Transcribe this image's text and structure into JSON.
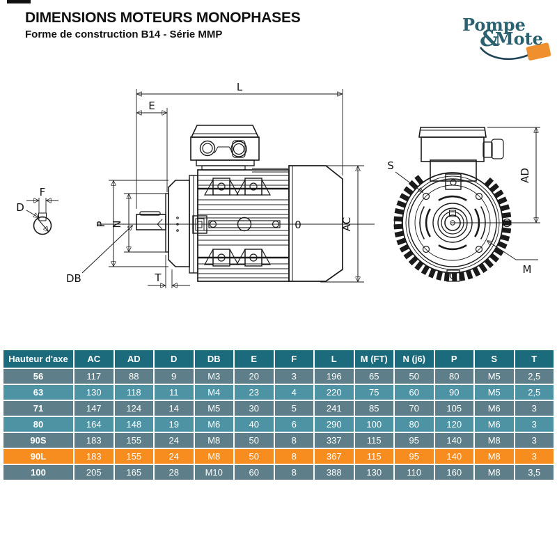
{
  "header": {
    "title": "DIMENSIONS MOTEURS MONOPHASES",
    "subtitle": "Forme de construction B14 -  Série MMP"
  },
  "logo": {
    "word1": "Pompe",
    "amp": "&",
    "word2": "Mote",
    "teal": "#2c6170",
    "orange": "#ef8f2d"
  },
  "diagram": {
    "labels": {
      "l": "L",
      "e": "E",
      "p": "P",
      "n": "N",
      "t": "T",
      "db": "DB",
      "d": "D",
      "f": "F",
      "ac": "AC",
      "s": "S",
      "ad": "AD",
      "m": "M",
      "o_mark": "0"
    }
  },
  "table": {
    "colors": {
      "header": "#1c6b7d",
      "row_slate": "#5e7f89",
      "row_teal": "#4e93a4",
      "row_highlight": "#f78c1f",
      "text": "#ffffff"
    },
    "headers": [
      "Hauteur d'axe",
      "AC",
      "AD",
      "D",
      "DB",
      "E",
      "F",
      "L",
      "M (FT)",
      "N (j6)",
      "P",
      "S",
      "T"
    ],
    "rows": [
      {
        "variant": "slate",
        "cells": [
          "56",
          "117",
          "88",
          "9",
          "M3",
          "20",
          "3",
          "196",
          "65",
          "50",
          "80",
          "M5",
          "2,5"
        ]
      },
      {
        "variant": "teal",
        "cells": [
          "63",
          "130",
          "118",
          "11",
          "M4",
          "23",
          "4",
          "220",
          "75",
          "60",
          "90",
          "M5",
          "2,5"
        ]
      },
      {
        "variant": "slate",
        "cells": [
          "71",
          "147",
          "124",
          "14",
          "M5",
          "30",
          "5",
          "241",
          "85",
          "70",
          "105",
          "M6",
          "3"
        ]
      },
      {
        "variant": "teal",
        "cells": [
          "80",
          "164",
          "148",
          "19",
          "M6",
          "40",
          "6",
          "290",
          "100",
          "80",
          "120",
          "M6",
          "3"
        ]
      },
      {
        "variant": "slate",
        "cells": [
          "90S",
          "183",
          "155",
          "24",
          "M8",
          "50",
          "8",
          "337",
          "115",
          "95",
          "140",
          "M8",
          "3"
        ]
      },
      {
        "variant": "orange",
        "cells": [
          "90L",
          "183",
          "155",
          "24",
          "M8",
          "50",
          "8",
          "367",
          "115",
          "95",
          "140",
          "M8",
          "3"
        ]
      },
      {
        "variant": "slate",
        "cells": [
          "100",
          "205",
          "165",
          "28",
          "M10",
          "60",
          "8",
          "388",
          "130",
          "110",
          "160",
          "M8",
          "3,5"
        ]
      }
    ]
  }
}
